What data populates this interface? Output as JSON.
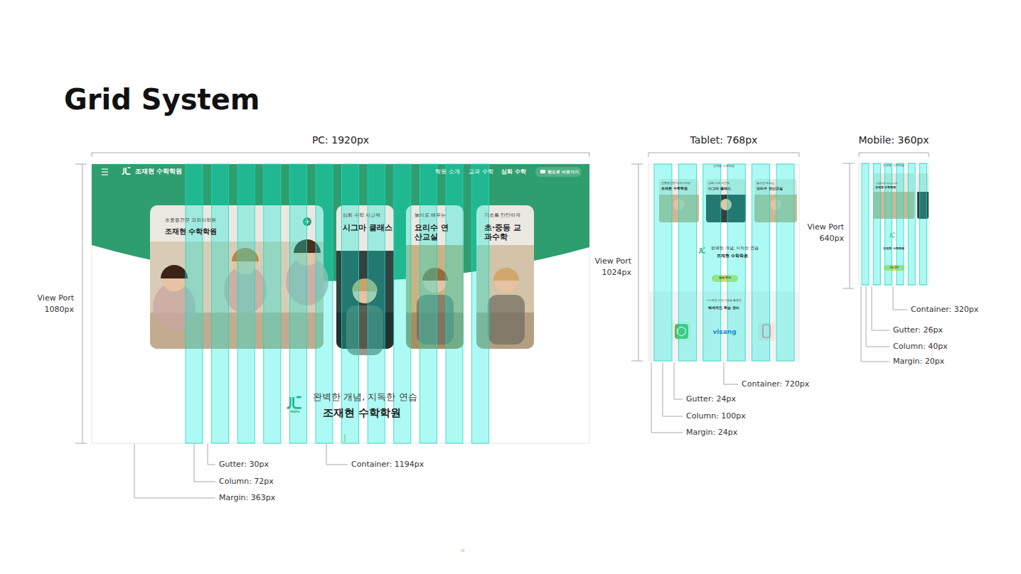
{
  "diagram": {
    "title": "Grid System",
    "nodes": [
      {
        "text": [
          "조재현 수학학원",
          "학원 소개",
          "교과 수학",
          "심화 수학",
          "밴드로 바로가기",
          "완벽한 개념, 지독한 연습",
          "MATH",
          "조재현 수학학원"
        ]
      },
      {
        "text": [
          "초중등전문 과외식학원",
          "조재현 수학학원"
        ],
        "in": 0
      },
      {
        "text": [
          "심화 수학 사고력",
          "시그마 클래스"
        ],
        "in": 0
      },
      {
        "text": [
          "놀이로 배우는",
          "요리수 연산교실"
        ],
        "in": 0
      },
      {
        "text": [
          "기초를 탄탄하게",
          "초·중등 교과수학"
        ],
        "in": 0
      },
      {
        "text": [
          "조재현 수학학원",
          "완벽한 개념, 지독한 연습",
          "조재현 수학학원",
          "상담 문의",
          "스마트한 프로그램을 활용한",
          "체계적인 학습 관리",
          "visang"
        ]
      },
      {
        "text": [
          "초중등전문 과외식학원",
          "조재현 수학학원"
        ],
        "in": 5
      },
      {
        "text": [
          "심화 수학 사고력",
          "시그마 클래스"
        ],
        "in": 5
      },
      {
        "text": [
          "놀이로 배우는",
          "요리수 연산교실"
        ],
        "in": 5
      },
      {
        "text": [
          "조재현 수학학원",
          "조재현 수학학원",
          "상담 문의"
        ]
      },
      {
        "text": [
          "초중등전문 과외식학원",
          "조재현 수학학원"
        ],
        "in": 9
      }
    ],
    "edges": [],
    "labels": [
      "PC: 1920px",
      "View Port 1080px",
      "Gutter: 30px",
      "Column: 72px",
      "Margin: 363px",
      "Container: 1194px",
      "Tablet: 768px",
      "View Port 1024px",
      "Gutter: 24px",
      "Column: 100px",
      "Margin: 24px",
      "Container: 720px",
      "Mobile: 360px",
      "View Port 640px",
      "Container: 320px",
      "Gutter: 26px",
      "Column: 40px",
      "Margin: 20px"
    ]
  }
}
